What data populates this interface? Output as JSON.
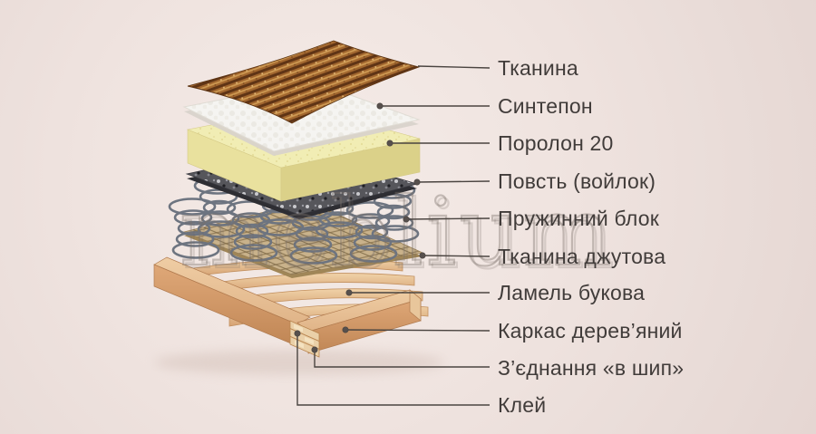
{
  "watermark": {
    "text": "meblium"
  },
  "labels": [
    {
      "id": "tkanyna",
      "text": "Тканина"
    },
    {
      "id": "syntepon",
      "text": "Синтепон"
    },
    {
      "id": "porolon",
      "text": "Поролон 20"
    },
    {
      "id": "povst",
      "text": "Повсть (войлок)"
    },
    {
      "id": "pruzhynnyi-blok",
      "text": "Пружинний блок"
    },
    {
      "id": "tkanyna-dzhutova",
      "text": "Тканина джутова"
    },
    {
      "id": "lamel-bukova",
      "text": "Ламель букова"
    },
    {
      "id": "karkas",
      "text": "Каркас дерев’яний"
    },
    {
      "id": "ziednannia",
      "text": "З’єднання «в шип»"
    },
    {
      "id": "klei",
      "text": "Клей"
    }
  ],
  "colors": {
    "background": "#efe3df",
    "label_text": "#413c3a",
    "leader_line": "#4a4440",
    "fabric_brown": "#a2672f",
    "sintepon_white": "#f5f4f1",
    "foam_yellow": "#f1edb4",
    "felt_gray": "#56565b",
    "spring_steel": "#6d7480",
    "jute_tan": "#c9b28b",
    "slat_wood": "#e9c89c",
    "frame_wood": "#e2b183"
  }
}
